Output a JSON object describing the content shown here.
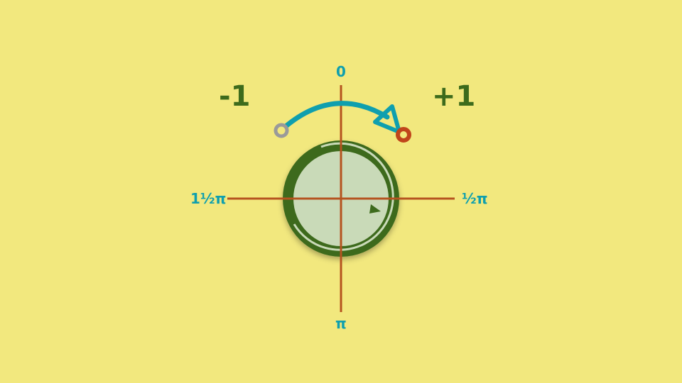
{
  "labels": {
    "top": "0",
    "right": "½π",
    "bottom": "π",
    "left": "1½π",
    "minus": "-1",
    "plus": "+1"
  },
  "colors": {
    "background": "#f2e87e",
    "axis": "#b5531f",
    "axis_label": "#0f9fae",
    "value_label": "#3d6b1c",
    "arrow": "#0f9fae",
    "knob_ring": "#3d6b1c",
    "knob_face": "#c9dab8",
    "start_marker": "#9a9a9a",
    "end_marker": "#c0451b"
  },
  "icons": {
    "knob": "rotary-knob-icon",
    "arrow": "curved-arrow-icon"
  }
}
